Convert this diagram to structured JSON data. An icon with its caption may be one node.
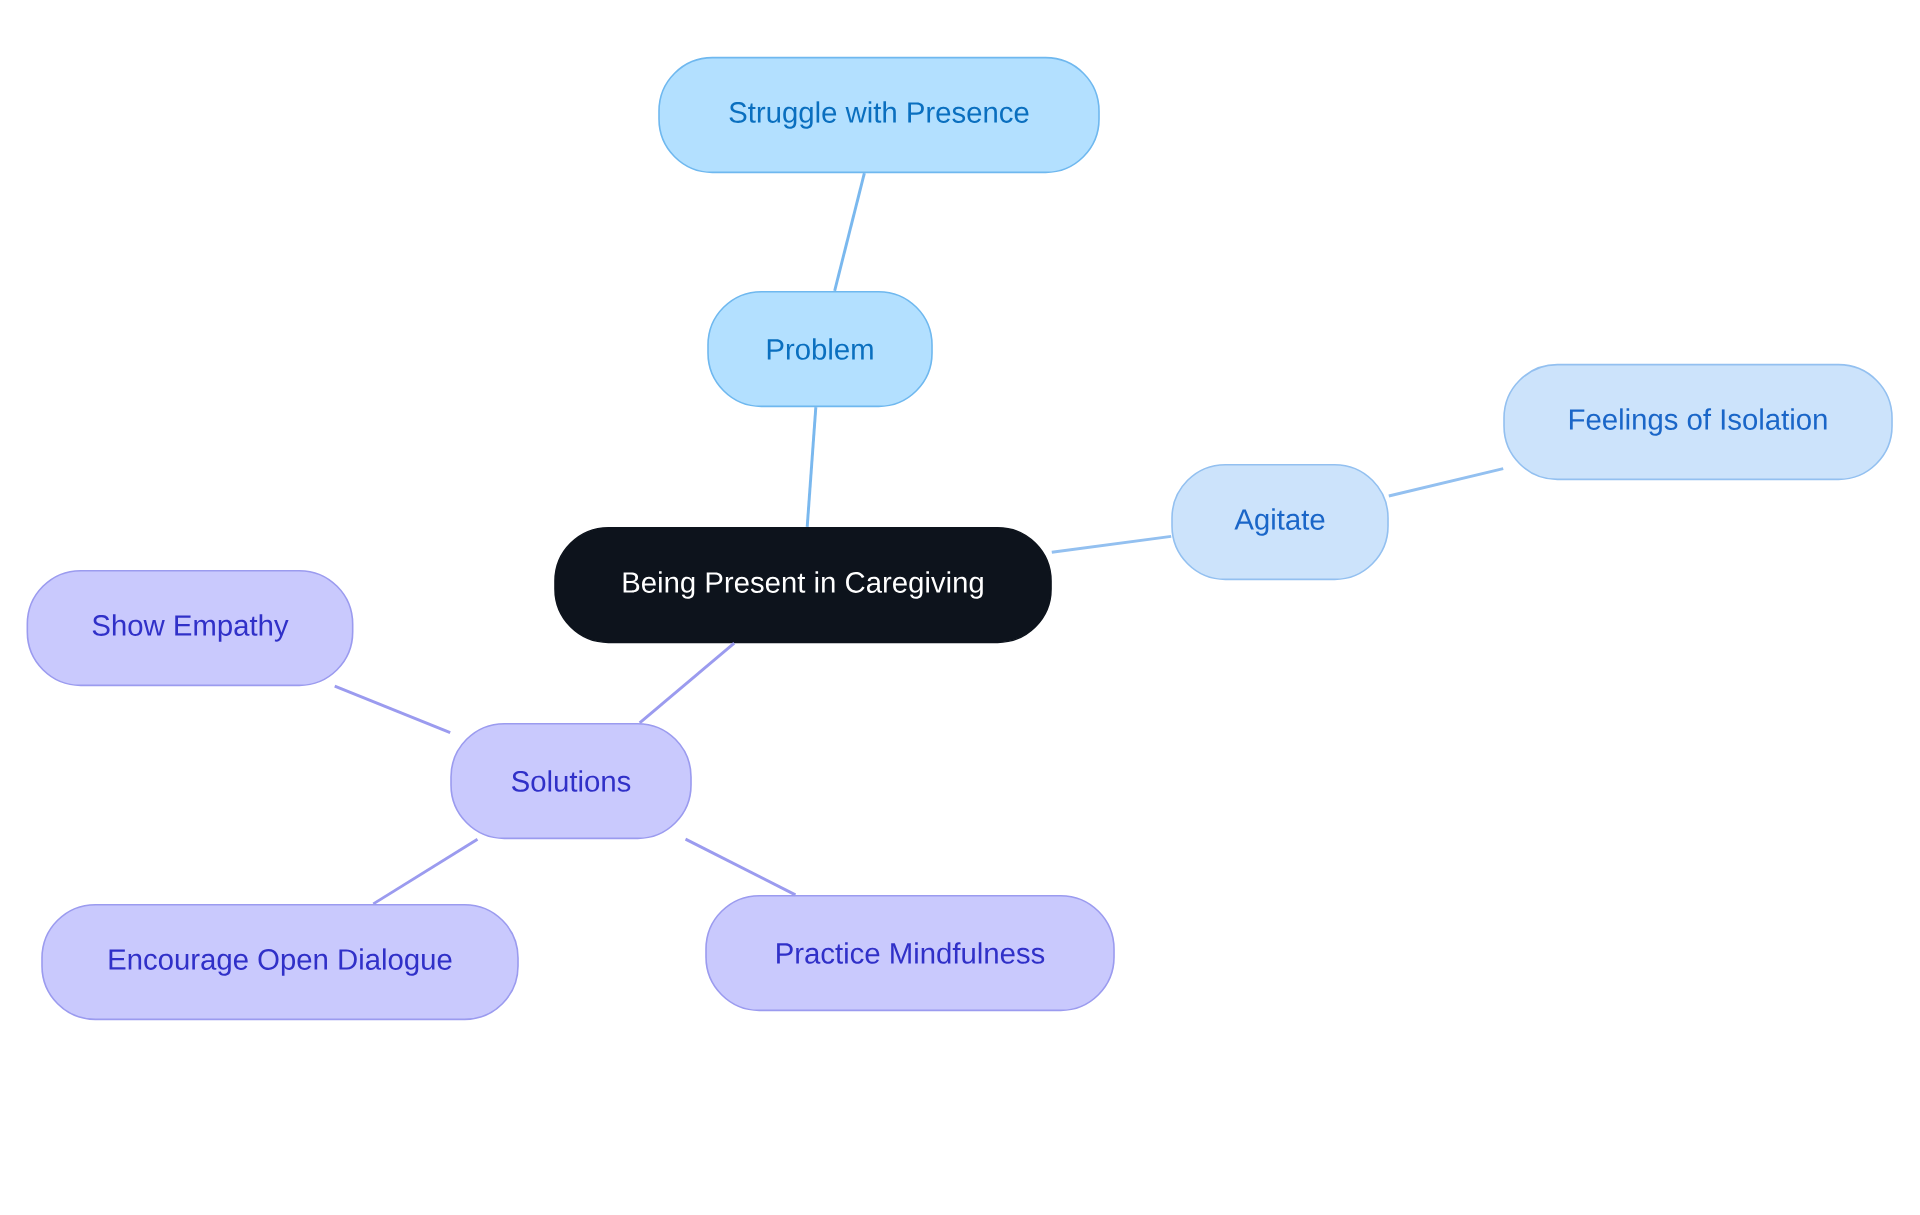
{
  "diagram": {
    "nodes": [
      {
        "text": [
          "Being Present in Caregiving"
        ]
      },
      {
        "text": [
          "Problem"
        ]
      },
      {
        "text": [
          "Struggle with Presence"
        ]
      },
      {
        "text": [
          "Agitate"
        ]
      },
      {
        "text": [
          "Feelings of Isolation"
        ]
      },
      {
        "text": [
          "Solutions"
        ]
      },
      {
        "text": [
          "Show Empathy"
        ]
      },
      {
        "text": [
          "Encourage Open Dialogue"
        ]
      },
      {
        "text": [
          "Practice Mindfulness"
        ]
      }
    ],
    "edges": [
      {
        "from": 0,
        "to": 1,
        "arrow": "none",
        "color": "#7ab8ee"
      },
      {
        "from": 1,
        "to": 2,
        "arrow": "none",
        "color": "#7ab8ee"
      },
      {
        "from": 0,
        "to": 3,
        "arrow": "none",
        "color": "#93c0f0"
      },
      {
        "from": 3,
        "to": 4,
        "arrow": "none",
        "color": "#93c0f0"
      },
      {
        "from": 0,
        "to": 5,
        "arrow": "none"
      },
      {
        "from": 5,
        "to": 6,
        "arrow": "none"
      },
      {
        "from": 5,
        "to": 7,
        "arrow": "none"
      },
      {
        "from": 5,
        "to": 8,
        "arrow": "none"
      }
    ]
  }
}
